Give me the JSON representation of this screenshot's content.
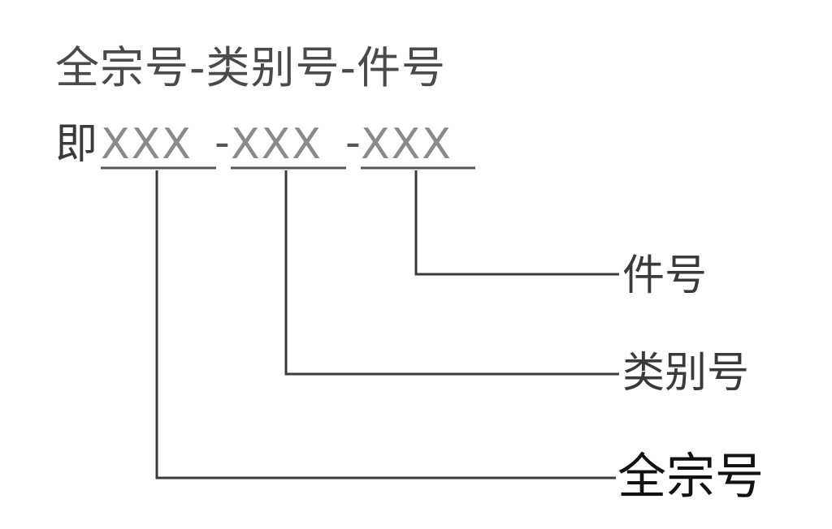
{
  "title": "全宗号-类别号-件号",
  "code": {
    "prefix": "即",
    "segments": [
      "XXX",
      "XXX",
      "XXX"
    ],
    "separator": "-"
  },
  "labels": {
    "item_number": "件号",
    "category_number": "类别号",
    "fonds_number": "全宗号"
  }
}
